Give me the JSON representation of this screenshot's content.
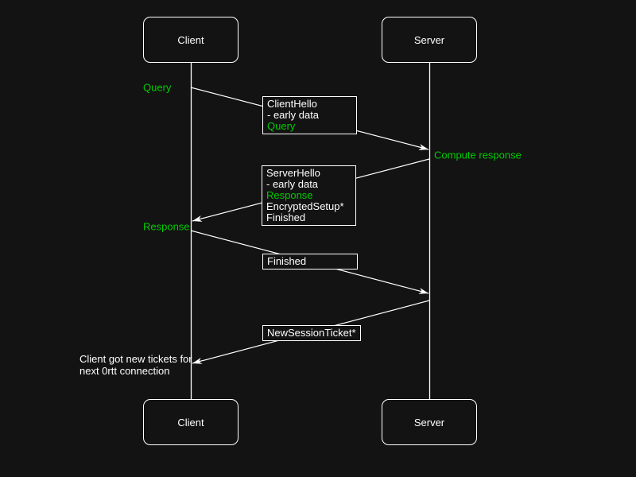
{
  "colors": {
    "background": "#131313",
    "stroke": "#ffffff",
    "text": "#ffffff",
    "green": "#00cb00"
  },
  "actors": {
    "client_top": "Client",
    "server_top": "Server",
    "client_bottom": "Client",
    "server_bottom": "Server"
  },
  "side_labels": {
    "query": "Query",
    "compute_response": "Compute response",
    "response": "Response"
  },
  "note": {
    "line1": "Client got new tickets for",
    "line2": "next 0rtt connection"
  },
  "messages": {
    "client_hello": {
      "from": "Client",
      "to": "Server",
      "lines": [
        {
          "text": "ClientHello",
          "green": false
        },
        {
          "text": "- early data",
          "green": false
        },
        {
          "text": "Query",
          "green": true
        }
      ]
    },
    "server_hello": {
      "from": "Server",
      "to": "Client",
      "lines": [
        {
          "text": "ServerHello",
          "green": false
        },
        {
          "text": "- early data",
          "green": false
        },
        {
          "text": "Response",
          "green": true
        },
        {
          "text": "EncryptedSetup*",
          "green": false
        },
        {
          "text": "Finished",
          "green": false
        }
      ]
    },
    "finished": {
      "from": "Client",
      "to": "Server",
      "lines": [
        {
          "text": "Finished",
          "green": false
        }
      ]
    },
    "new_session_ticket": {
      "from": "Server",
      "to": "Client",
      "lines": [
        {
          "text": "NewSessionTicket*",
          "green": false
        }
      ]
    }
  }
}
